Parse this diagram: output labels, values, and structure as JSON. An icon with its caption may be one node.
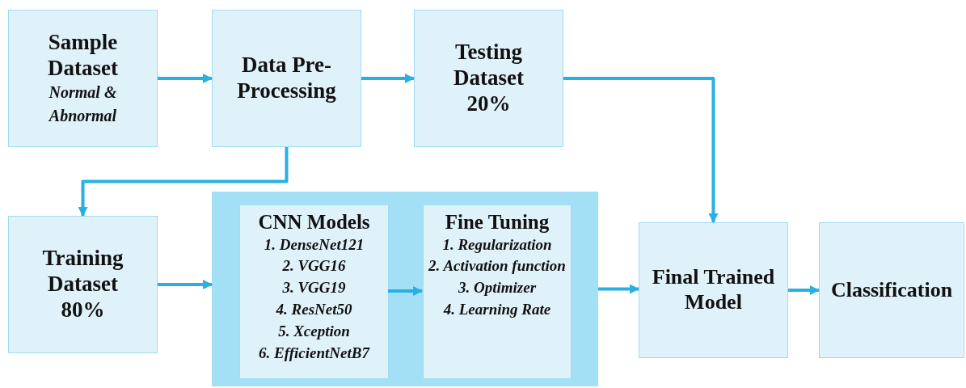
{
  "diagram": {
    "nodes": [
      {
        "text": [
          "Sample Dataset",
          "Normal & Abnormal"
        ]
      },
      {
        "text": [
          "Data Pre-Processing"
        ]
      },
      {
        "text": [
          "Testing Dataset 20%"
        ]
      },
      {
        "text": [
          "Training Dataset 80%"
        ]
      },
      {
        "text": [],
        "shape": "box"
      },
      {
        "text": [
          "CNN Models",
          "1. DenseNet121",
          "2. VGG16",
          "3. VGG19",
          "4. ResNet50",
          "5. Xception",
          "6. EfficientNetB7"
        ],
        "in": 4
      },
      {
        "text": [
          "Fine Tuning",
          "1. Regularization",
          "2. Activation function",
          "3. Optimizer",
          "4. Learning Rate"
        ],
        "in": 4
      },
      {
        "text": [
          "Final Trained Model"
        ]
      },
      {
        "text": [
          "Classification"
        ]
      }
    ],
    "edges": [
      {
        "from": 0,
        "to": 1,
        "arrow": "to"
      },
      {
        "from": 1,
        "to": 2,
        "arrow": "to"
      },
      {
        "from": 1,
        "to": 3,
        "arrow": "to"
      },
      {
        "from": 2,
        "to": 7,
        "arrow": "to"
      },
      {
        "from": 3,
        "to": 4,
        "arrow": "to"
      },
      {
        "from": 5,
        "to": 6,
        "arrow": "to"
      },
      {
        "from": 4,
        "to": 7,
        "arrow": "to"
      },
      {
        "from": 7,
        "to": 8,
        "arrow": "to"
      }
    ]
  }
}
